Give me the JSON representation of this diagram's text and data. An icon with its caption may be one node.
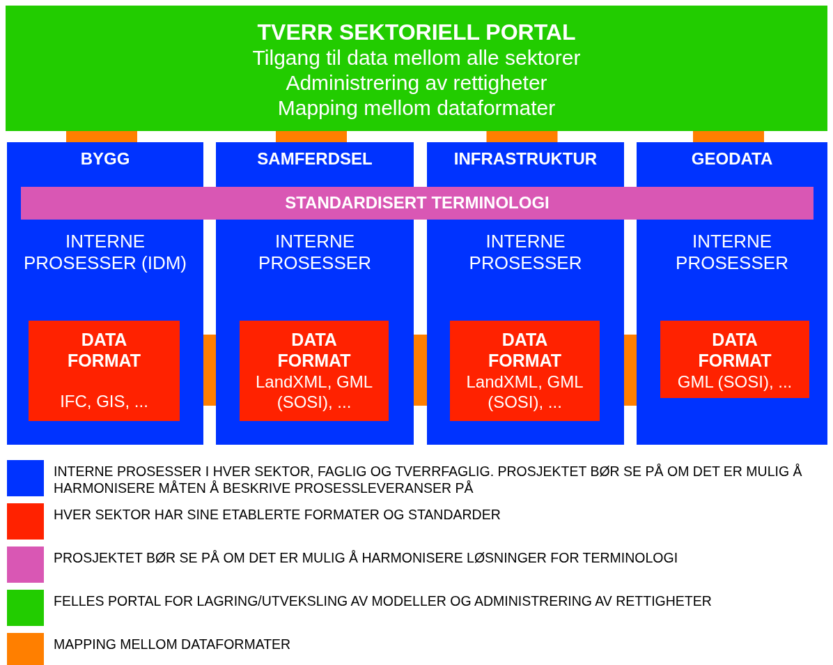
{
  "diagram": {
    "nodes": [
      {
        "text": [
          "TVERR SEKTORIELL PORTAL",
          "Tilgang til data mellom alle sektorer",
          "Administrering av rettigheter",
          "Mapping mellom dataformater"
        ]
      },
      {
        "text": [
          "BYGG",
          "INTERNE PROSESSER (IDM)"
        ]
      },
      {
        "text": [
          "DATA FORMAT",
          "IFC, GIS, ..."
        ],
        "in": 1
      },
      {
        "text": [
          "SAMFERDSEL",
          "INTERNE PROSESSER"
        ]
      },
      {
        "text": [
          "DATA FORMAT",
          "LandXML, GML (SOSI), ..."
        ],
        "in": 3
      },
      {
        "text": [
          "INFRASTRUKTUR",
          "INTERNE PROSESSER"
        ]
      },
      {
        "text": [
          "DATA FORMAT",
          "LandXML, GML (SOSI), ..."
        ],
        "in": 5
      },
      {
        "text": [
          "GEODATA",
          "INTERNE PROSESSER"
        ]
      },
      {
        "text": [
          "DATA FORMAT",
          "GML (SOSI), ..."
        ],
        "in": 7
      },
      {
        "text": [
          "STANDARDISERT TERMINOLOGI"
        ]
      }
    ],
    "edges": [
      {
        "from": 0,
        "to": 1,
        "arrow": "none"
      },
      {
        "from": 0,
        "to": 3,
        "arrow": "none"
      },
      {
        "from": 0,
        "to": 5,
        "arrow": "none"
      },
      {
        "from": 0,
        "to": 7,
        "arrow": "none"
      },
      {
        "from": 1,
        "to": 3,
        "arrow": "none"
      },
      {
        "from": 3,
        "to": 5,
        "arrow": "none"
      },
      {
        "from": 5,
        "to": 7,
        "arrow": "none"
      }
    ],
    "legend": [
      {
        "text": "INTERNE PROSESSER I HVER SEKTOR, FAGLIG OG TVERRFAGLIG. PROSJEKTET BØR SE PÅ OM DET ER MULIG Å HARMONISERE MÅTEN Å BESKRIVE PROSESSLEVERANSER PÅ",
        "color": "#0033ff"
      },
      {
        "text": "HVER SEKTOR HAR SINE ETABLERTE FORMATER OG STANDARDER",
        "color": "#ff2200"
      },
      {
        "text": "PROSJEKTET BØR SE PÅ OM DET ER MULIG Å HARMONISERE LØSNINGER FOR TERMINOLOGI",
        "color": "#d957b4"
      },
      {
        "text": "FELLES PORTAL FOR LAGRING/UTVEKSLING AV MODELLER OG ADMINISTRERING AV RETTIGHETER",
        "color": "#22cc00"
      },
      {
        "text": "MAPPING MELLOM DATAFORMATER",
        "color": "#ff7f00"
      }
    ]
  }
}
